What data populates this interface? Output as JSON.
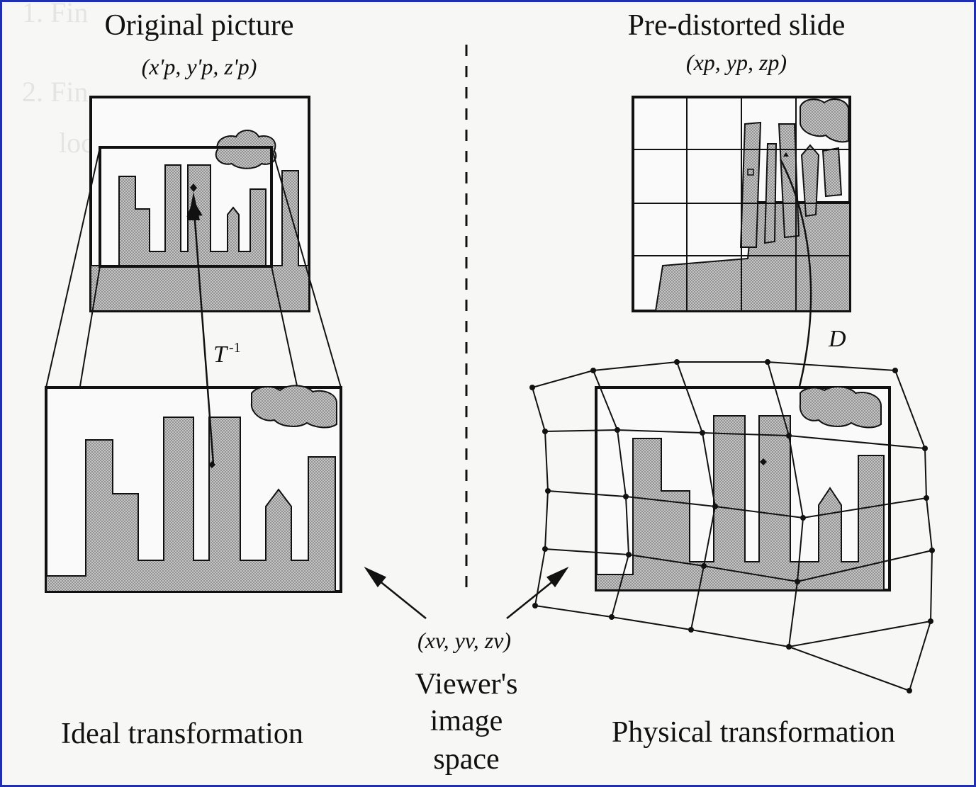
{
  "labels": {
    "original_picture": "Original picture",
    "original_coords": "(x'p, y'p, z'p)",
    "predistorted_slide": "Pre-distorted slide",
    "predistorted_coords": "(xp, yp, zp)",
    "inverse_transform": "T",
    "inverse_exponent": "-1",
    "distortion": "D",
    "viewer_coords": "(xv, yv, zv)",
    "viewer_line1": "Viewer's",
    "viewer_line2": "image",
    "viewer_line3": "space",
    "ideal": "Ideal transformation",
    "physical": "Physical transformation"
  },
  "colors": {
    "ink": "#111111",
    "stipple": "#b9b9b9",
    "border": "#1f2fb0",
    "paper": "#f7f7f5"
  }
}
